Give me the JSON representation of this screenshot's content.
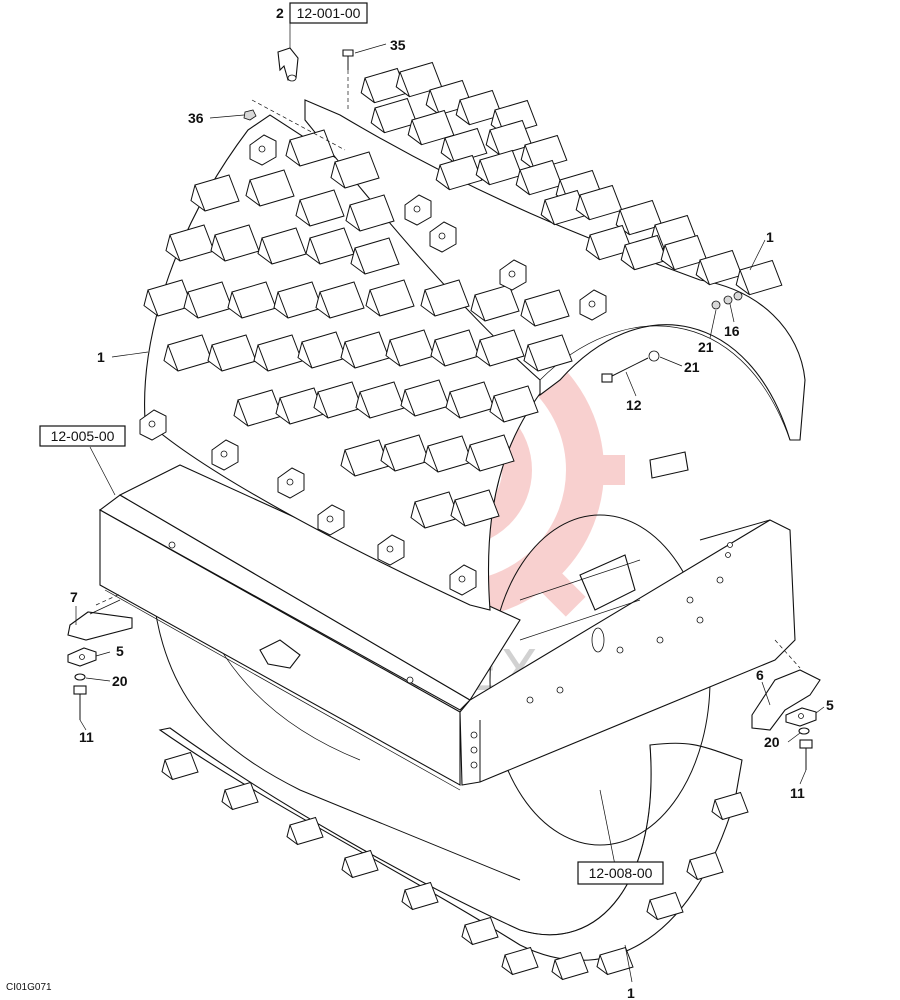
{
  "drawing": {
    "code": "CI01G071",
    "watermark_text": "ИНТЕХ",
    "watermark_color": "#e0302a",
    "references": [
      {
        "id": "ref-12-001-00",
        "label": "12-001-00"
      },
      {
        "id": "ref-12-005-00",
        "label": "12-005-00"
      },
      {
        "id": "ref-12-008-00",
        "label": "12-008-00"
      }
    ],
    "callouts": [
      {
        "id": "callout-2",
        "label": "2"
      },
      {
        "id": "callout-35",
        "label": "35"
      },
      {
        "id": "callout-36",
        "label": "36"
      },
      {
        "id": "callout-1-top-right",
        "label": "1"
      },
      {
        "id": "callout-1-left",
        "label": "1"
      },
      {
        "id": "callout-21-a",
        "label": "21"
      },
      {
        "id": "callout-16",
        "label": "16"
      },
      {
        "id": "callout-21-b",
        "label": "21"
      },
      {
        "id": "callout-12",
        "label": "12"
      },
      {
        "id": "callout-7",
        "label": "7"
      },
      {
        "id": "callout-5-left",
        "label": "5"
      },
      {
        "id": "callout-20-left",
        "label": "20"
      },
      {
        "id": "callout-11-left",
        "label": "11"
      },
      {
        "id": "callout-6",
        "label": "6"
      },
      {
        "id": "callout-5-right",
        "label": "5"
      },
      {
        "id": "callout-20-right",
        "label": "20"
      },
      {
        "id": "callout-11-right",
        "label": "11"
      },
      {
        "id": "callout-1-bottom",
        "label": "1"
      }
    ]
  }
}
